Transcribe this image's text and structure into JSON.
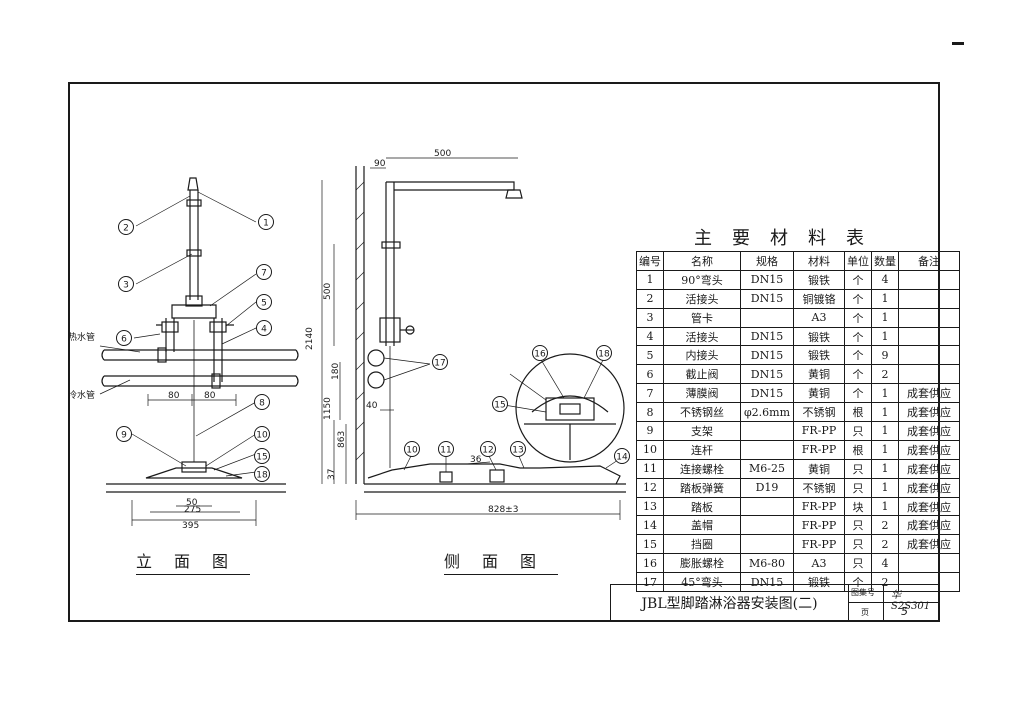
{
  "front_view": {
    "caption": "立面图",
    "hot_pipe_label": "热水管",
    "cold_pipe_label": "冷水管",
    "dims": [
      "80",
      "80",
      "50",
      "275",
      "395"
    ],
    "callouts": [
      "1",
      "2",
      "3",
      "4",
      "5",
      "6",
      "7",
      "8",
      "9",
      "10",
      "15",
      "18"
    ]
  },
  "side_view": {
    "caption": "侧面图",
    "dims": [
      "90",
      "500",
      "2140",
      "500",
      "180",
      "1150",
      "863",
      "40",
      "37",
      "36",
      "828±3"
    ],
    "callouts": [
      "10",
      "11",
      "12",
      "13",
      "14",
      "15",
      "16",
      "17",
      "18"
    ]
  },
  "bom": {
    "title": "主要材料表",
    "headers": [
      "编号",
      "名称",
      "规格",
      "材料",
      "单位",
      "数量",
      "备注"
    ],
    "rows": [
      [
        "1",
        "90°弯头",
        "DN15",
        "锻铁",
        "个",
        "4",
        ""
      ],
      [
        "2",
        "活接头",
        "DN15",
        "铜镀铬",
        "个",
        "1",
        ""
      ],
      [
        "3",
        "管卡",
        "",
        "A3",
        "个",
        "1",
        ""
      ],
      [
        "4",
        "活接头",
        "DN15",
        "锻铁",
        "个",
        "1",
        ""
      ],
      [
        "5",
        "内接头",
        "DN15",
        "锻铁",
        "个",
        "9",
        ""
      ],
      [
        "6",
        "截止阀",
        "DN15",
        "黄铜",
        "个",
        "2",
        ""
      ],
      [
        "7",
        "薄膜阀",
        "DN15",
        "黄铜",
        "个",
        "1",
        "成套供应"
      ],
      [
        "8",
        "不锈钢丝",
        "φ2.6mm",
        "不锈钢",
        "根",
        "1",
        "成套供应"
      ],
      [
        "9",
        "支架",
        "",
        "FR-PP",
        "只",
        "1",
        "成套供应"
      ],
      [
        "10",
        "连杆",
        "",
        "FR-PP",
        "根",
        "1",
        "成套供应"
      ],
      [
        "11",
        "连接螺栓",
        "M6-25",
        "黄铜",
        "只",
        "1",
        "成套供应"
      ],
      [
        "12",
        "踏板弹簧",
        "D19",
        "不锈钢",
        "只",
        "1",
        "成套供应"
      ],
      [
        "13",
        "踏板",
        "",
        "FR-PP",
        "块",
        "1",
        "成套供应"
      ],
      [
        "14",
        "盖帽",
        "",
        "FR-PP",
        "只",
        "2",
        "成套供应"
      ],
      [
        "15",
        "挡圈",
        "",
        "FR-PP",
        "只",
        "2",
        "成套供应"
      ],
      [
        "16",
        "膨胀螺栓",
        "M6-80",
        "A3",
        "只",
        "4",
        ""
      ],
      [
        "17",
        "45°弯头",
        "DN15",
        "锻铁",
        "个",
        "2",
        ""
      ]
    ]
  },
  "title_block": {
    "drawing_title": "JBL型脚踏淋浴器安装图(二)",
    "atlas_label": "图集号",
    "atlas_value": "华S2S301",
    "page_label": "页",
    "page_value": "5"
  }
}
